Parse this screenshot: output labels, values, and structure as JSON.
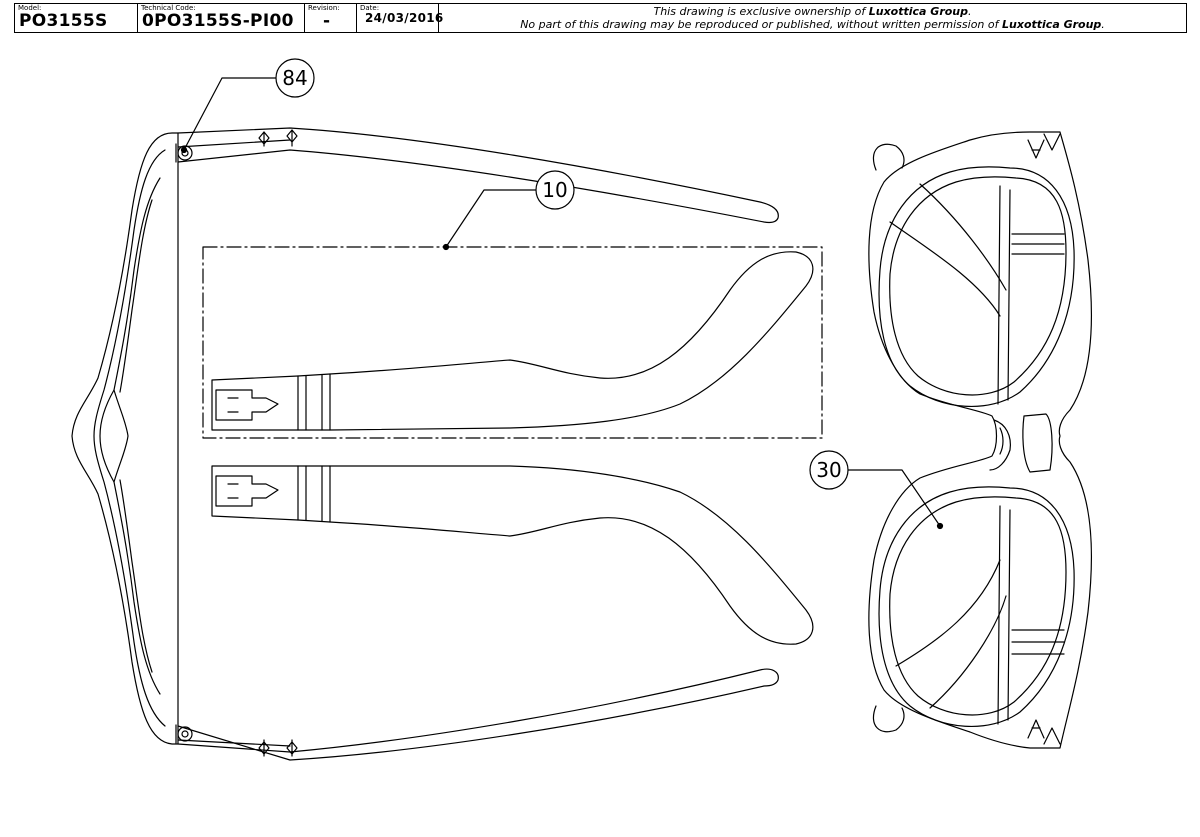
{
  "title_block": {
    "model_caption": "Model:",
    "model": "PO3155S",
    "technical_code_caption": "Technical Code:",
    "technical_code": "0PO3155S-PI00",
    "revision_caption": "Revision:",
    "revision": "-",
    "date_caption": "Date:",
    "date": "24/03/2016",
    "ownership_prefix": "This drawing is exclusive ownership of ",
    "ownership_company": "Luxottica Group",
    "ownership_suffix": ".",
    "reproduction_prefix": "No part of this drawing may be reproduced or published, without written permission of ",
    "reproduction_company": "Luxottica Group",
    "reproduction_suffix": "."
  },
  "callouts": {
    "hinge_pin": "84",
    "temple_tip": "10",
    "lens": "30"
  }
}
